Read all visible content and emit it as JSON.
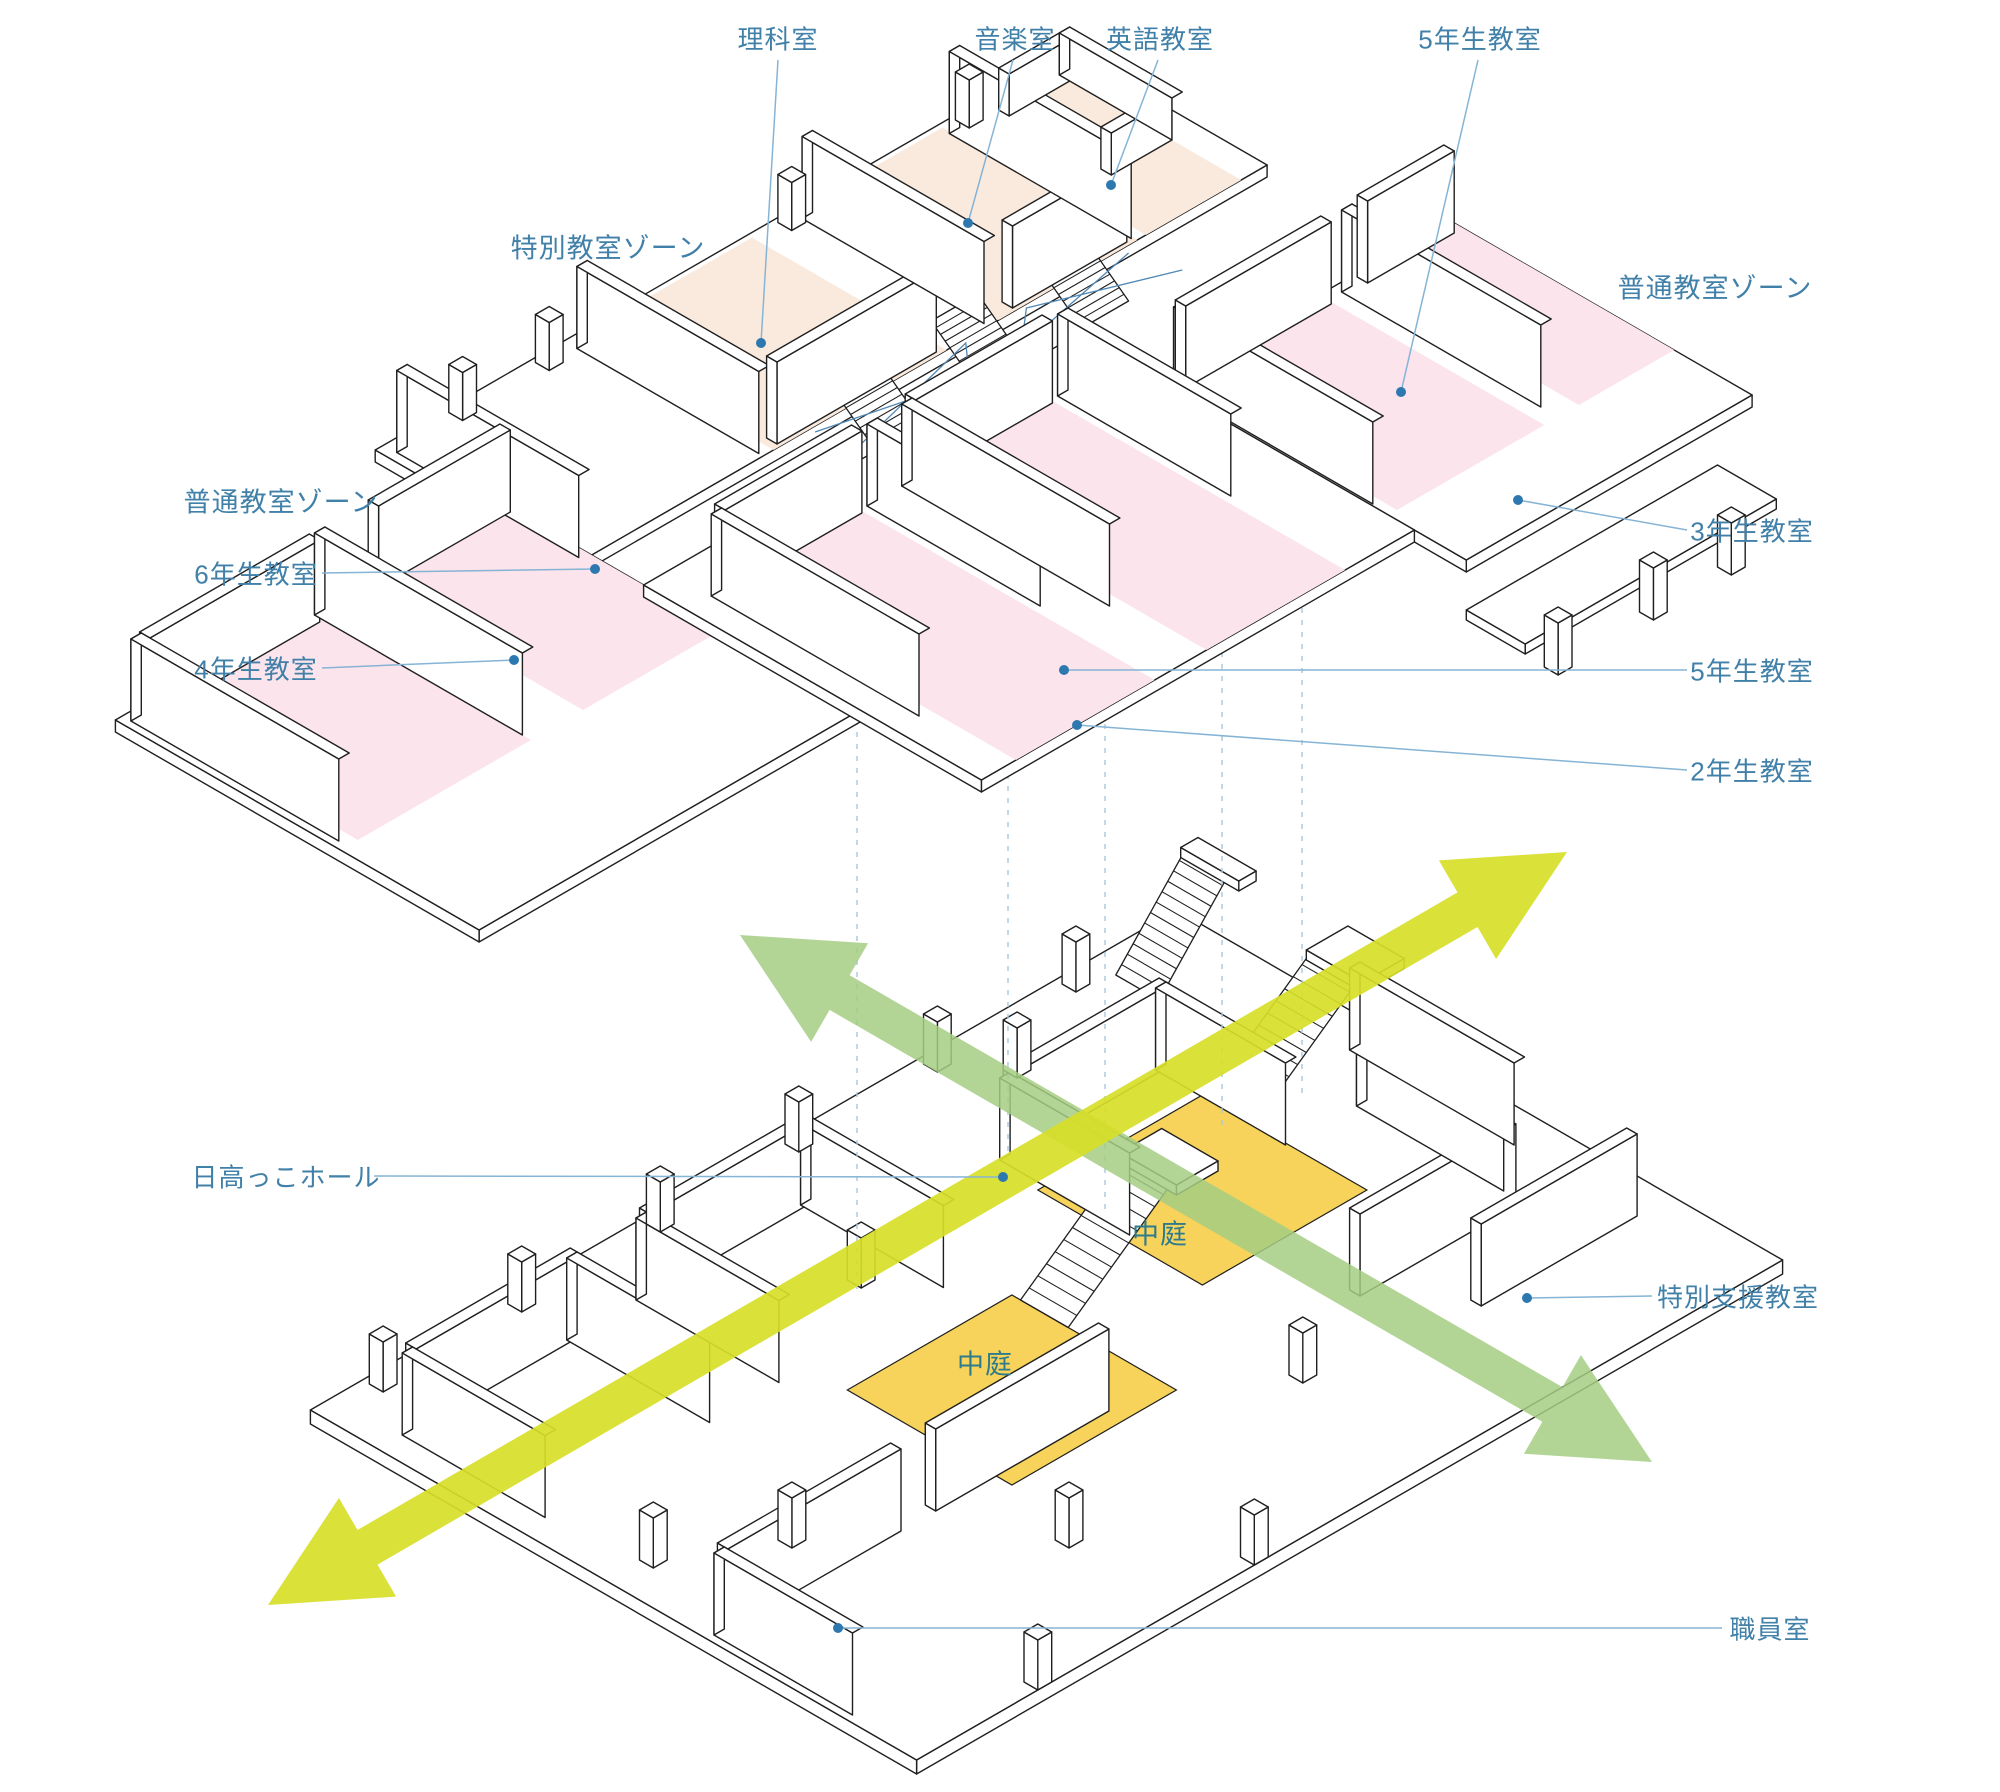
{
  "diagram": {
    "labels": {
      "rika": "理科室",
      "ongaku": "音楽室",
      "eigo": "英語教室",
      "gonen_top": "5年生教室",
      "tokubetsu_zone": "特別教室ゾーン",
      "futsu_zone_right": "普通教室ゾーン",
      "futsu_zone_left": "普通教室ゾーン",
      "rokunen": "6年生教室",
      "yonen": "4年生教室",
      "sannen": "3年生教室",
      "gonen_right": "5年生教室",
      "ninen": "2年生教室",
      "hidakakko_hall": "日高っこホール",
      "nakaniwa_1": "中庭",
      "nakaniwa_2": "中庭",
      "tokubetsu_shien": "特別支援教室",
      "shokuin": "職員室"
    },
    "colors": {
      "label_text": "#4180a8",
      "courtyard_label_text": "#2e7b8b",
      "leader_line": "#85b4d6",
      "leader_dot": "#2e78b0",
      "outline": "#1f1f1f",
      "floor_special_peach": "#faeadd",
      "floor_regular_pink": "#fbe4ec",
      "floor_courtyard_yellow": "#f7d35b",
      "arrow_chartreuse": "#d7de27",
      "arrow_green": "#a5cd82",
      "projection_dashed": "#a9c8dc",
      "stair_connector_blue": "#4f87b5",
      "wall_fill": "#ffffff"
    }
  }
}
